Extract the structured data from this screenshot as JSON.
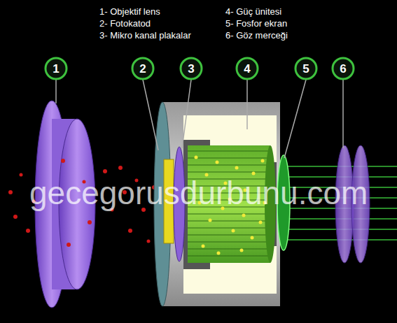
{
  "diagram": {
    "labels": [
      "1- Objektif lens",
      "2- Fotokatod",
      "3- Mikro kanal plakalar",
      "4- Güç ünitesi",
      "5- Fosfor ekran",
      "6- Göz merceği",
      "1",
      "2",
      "3",
      "4",
      "5",
      "6",
      "gecegorusdurbunu.com"
    ]
  }
}
